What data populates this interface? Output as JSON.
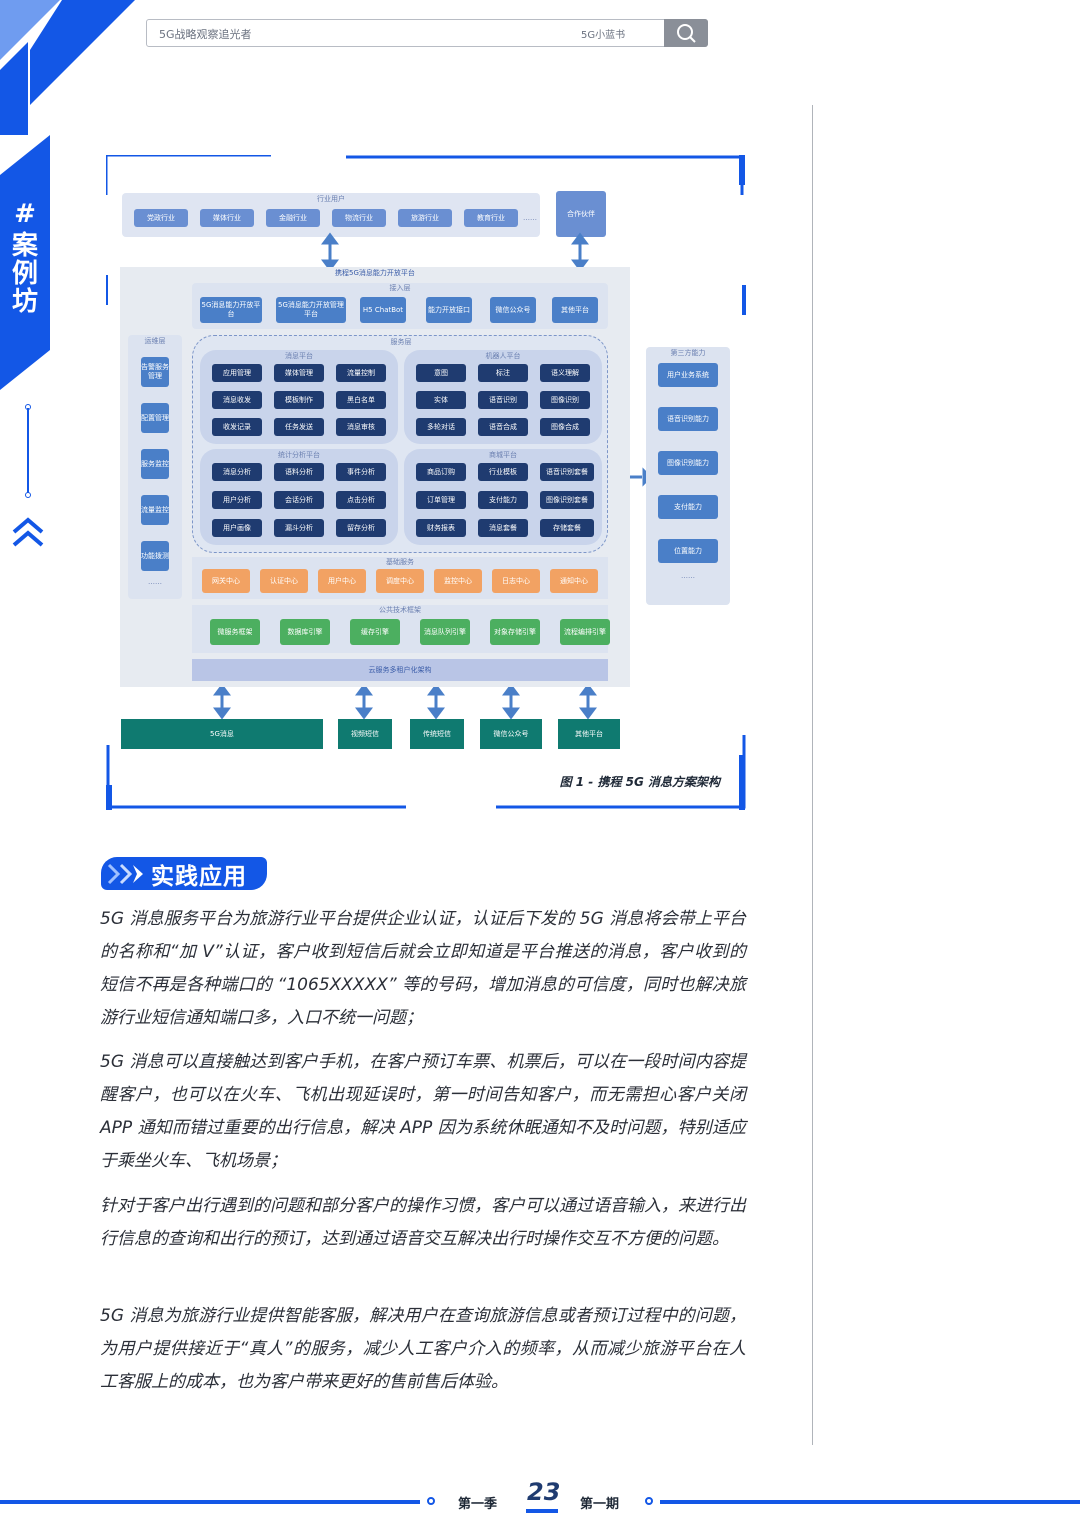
{
  "header": {
    "search_left_text": "5G战略观察追光者",
    "search_right_text": "5G小蓝书",
    "search_icon": "search-icon"
  },
  "side_tab": {
    "text": "#案例坊",
    "icon": "double-chevron-up-icon"
  },
  "figure": {
    "caption": "图 1 - 携程 5G 消息方案架构",
    "top_group": {
      "title": "行业用户",
      "items": [
        "党政行业",
        "媒体行业",
        "金融行业",
        "物流行业",
        "旅游行业",
        "教育行业"
      ],
      "extra": "……",
      "partner": "合作伙伴"
    },
    "platform_title": "携程5G消息能力开放平台",
    "access": {
      "title": "接入层",
      "items": [
        "5G消息能力开放平台",
        "5G消息能力开放管理平台",
        "H5 ChatBot",
        "能力开放接口",
        "微信公众号",
        "其他平台"
      ]
    },
    "ops": {
      "title": "运维层",
      "items": [
        "告警服务管理",
        "配置管理",
        "服务监控",
        "流量监控",
        "功能拨测"
      ],
      "extra": "……"
    },
    "service_title": "服务层",
    "msg_platform": {
      "title": "消息平台",
      "items": [
        "应用管理",
        "媒体管理",
        "流量控制",
        "消息收发",
        "模板制作",
        "黑白名单",
        "收发记录",
        "任务发送",
        "消息审核"
      ]
    },
    "robot_platform": {
      "title": "机器人平台",
      "items": [
        "意图",
        "标注",
        "语义理解",
        "实体",
        "语音识别",
        "图像识别",
        "多轮对话",
        "语音合成",
        "图像合成"
      ]
    },
    "analysis_platform": {
      "title": "统计分析平台",
      "items": [
        "消息分析",
        "语料分析",
        "事件分析",
        "用户分析",
        "会话分析",
        "点击分析",
        "用户画像",
        "漏斗分析",
        "留存分析"
      ]
    },
    "trade_platform": {
      "title": "商城平台",
      "items": [
        "商品订购",
        "行业模板",
        "语音识别套餐",
        "订单管理",
        "支付能力",
        "图像识别套餐",
        "财务报表",
        "消息套餐",
        "存储套餐"
      ]
    },
    "third_party": {
      "title": "第三方能力",
      "items": [
        "用户业务系统",
        "语音识别能力",
        "图像识别能力",
        "支付能力",
        "位置能力"
      ],
      "extra": "……"
    },
    "base_services": {
      "title": "基础服务",
      "items": [
        "网关中心",
        "认证中心",
        "用户中心",
        "调度中心",
        "监控中心",
        "日志中心",
        "通知中心"
      ]
    },
    "tech_framework": {
      "title": "公共技术框架",
      "items": [
        "微服务框架",
        "数据库引擎",
        "缓存引擎",
        "消息队列引擎",
        "对象存储引擎",
        "流程编排引擎"
      ]
    },
    "infra": "云服务多租户化架构",
    "bottom": [
      "5G消息",
      "视频短信",
      "传统短信",
      "微信公众号",
      "其他平台"
    ]
  },
  "section": {
    "title": "实践应用"
  },
  "paragraphs": [
    "5G 消息服务平台为旅游行业平台提供企业认证，认证后下发的 5G 消息将会带上平台的名称和“加 V”认证，客户收到短信后就会立即知道是平台推送的消息，客户收到的短信不再是各种端口的 “1065XXXXX” 等的号码，增加消息的可信度，同时也解决旅游行业短信通知端口多，入口不统一问题；",
    "5G 消息可以直接触达到客户手机，在客户预订车票、机票后，可以在一段时间内容提醒客户，也可以在火车、飞机出现延误时，第一时间告知客户，而无需担心客户关闭 APP 通知而错过重要的出行信息，解决 APP 因为系统休眠通知不及时问题，特别适应于乘坐火车、飞机场景；",
    "针对于客户出行遇到的问题和部分客户的操作习惯，客户可以通过语音输入，来进行出行信息的查询和出行的预订，达到通过语音交互解决出行时操作交互不方便的问题。",
    "5G 消息为旅游行业提供智能客服，解决用户在查询旅游信息或者预订过程中的问题，为用户提供接近于“真人”的服务，减少人工客户介入的频率，从而减少旅游平台在人工客服上的成本，也为客户带来更好的售前售后体验。"
  ],
  "footer": {
    "season": "第一季",
    "page_number": "23",
    "issue": "第一期"
  },
  "colors": {
    "brand_blue": "#1357e6",
    "dark_blue": "#1f3b70",
    "orange": "#f2a263",
    "green": "#4caf60",
    "teal": "#0f7a70"
  }
}
